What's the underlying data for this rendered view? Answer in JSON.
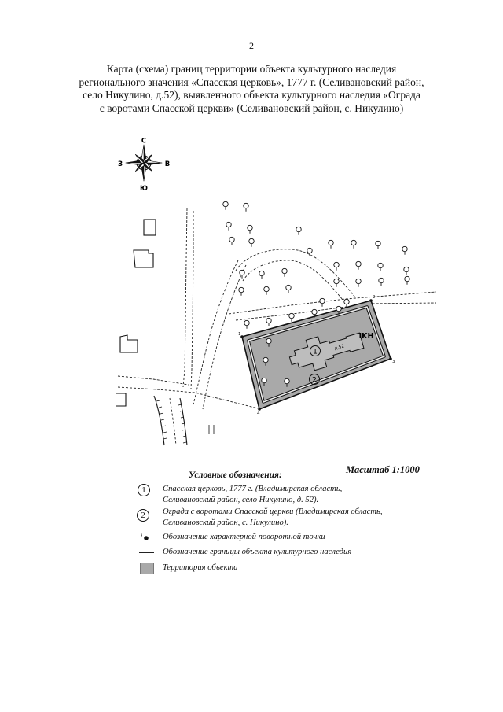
{
  "page": {
    "number": "2"
  },
  "title": {
    "lines": [
      "Карта (схема) границ территории объекта культурного наследия",
      "регионального значения «Спасская церковь»,  1777 г. (Селивановский район,",
      "село Никулино, д.52), выявленного объекта культурного наследия «Ограда",
      "с воротами Спасской церкви» (Селивановский район, с. Никулино)"
    ]
  },
  "compass": {
    "icon": "compass-rose-icon",
    "north": "С",
    "south": "Ю",
    "west": "З",
    "east": "В"
  },
  "map": {
    "object_code": "IKH",
    "house_label": "д.52",
    "church_marker": "1",
    "fence_marker": "2",
    "turning_points": [
      "1",
      "2",
      "3",
      "4"
    ],
    "territory_color": "#a9a9a9",
    "tree_icon": "tree-icon"
  },
  "scale": {
    "label": "Масштаб 1:1000"
  },
  "legend": {
    "title": "Условные обозначения:",
    "items": [
      {
        "marker": "1",
        "lines": [
          "Спасская церковь,  1777 г. (Владимирская область,",
          "Селивановский район, село Никулино, д. 52)."
        ]
      },
      {
        "marker": "2",
        "lines": [
          "Ограда с воротами Спасской церкви (Владимирская область,",
          "Селивановский район, с. Никулино)."
        ]
      },
      {
        "icon": "turning-point-icon",
        "lines": [
          "Обозначение характерной поворотной точки"
        ]
      },
      {
        "icon": "boundary-line-icon",
        "lines": [
          "Обозначение границы объекта культурного наследия"
        ]
      },
      {
        "icon": "territory-swatch-icon",
        "color": "#a9a9a9",
        "lines": [
          "Территория объекта"
        ]
      }
    ]
  }
}
